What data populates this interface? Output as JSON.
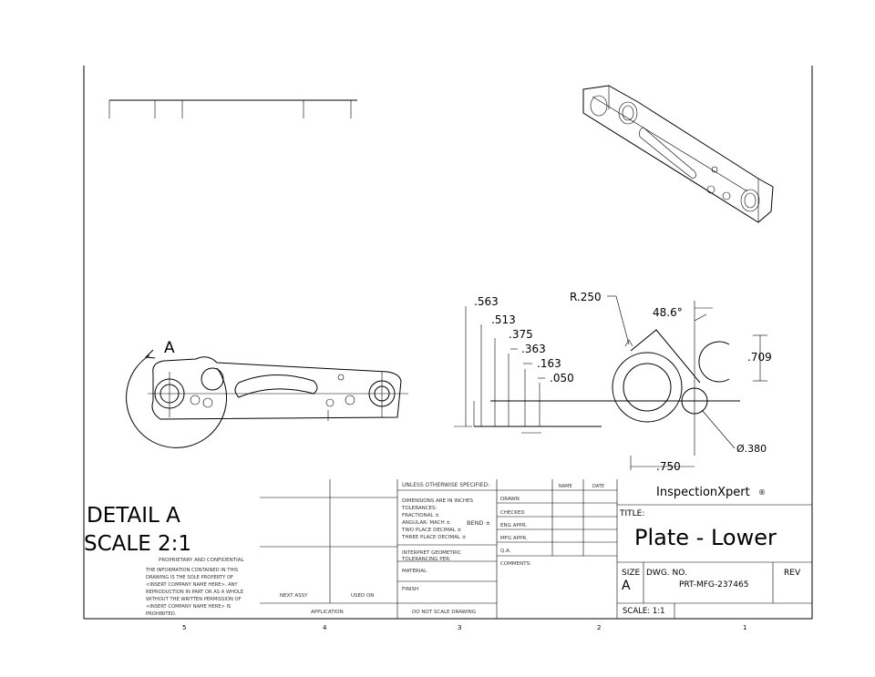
{
  "dimensions": {
    "d563": ".563",
    "d513": ".513",
    "d375": ".375",
    "d363": ".363",
    "d163": ".163",
    "d050": ".050",
    "radius": "R.250",
    "angle": "48.6°",
    "d709": ".709",
    "dia380": "Ø.380",
    "d750": ".750"
  },
  "detail": {
    "label": "A",
    "title": "DETAIL A",
    "scale": "SCALE 2:1"
  },
  "company": {
    "logo_text": "InspectionXpert",
    "logo_mark": "®"
  },
  "title_block": {
    "unless": "UNLESS OTHERWISE SPECIFIED:",
    "name_header": "NAME",
    "date_header": "DATE",
    "dims_in_inches": "DIMENSIONS ARE IN INCHES",
    "tolerances": "TOLERANCES:",
    "fractional": "FRACTIONAL ±",
    "angular": "ANGULAR: MACH ±",
    "bend": "BEND ±",
    "two_place": "TWO PLACE DECIMAL ±",
    "three_place": "THREE PLACE DECIMAL ±",
    "interpret": "INTERPRET GEOMETRIC",
    "tolerancing": "TOLERANCING PER:",
    "material": "MATERIAL",
    "finish": "FINISH",
    "do_not_scale": "DO NOT SCALE DRAWING",
    "drawn": "DRAWN",
    "checked": "CHECKED",
    "eng_appr": "ENG APPR.",
    "mfg_appr": "MFG APPR.",
    "qa": "Q.A.",
    "comments": "COMMENTS:",
    "next_assy": "NEXT ASSY",
    "used_on": "USED ON",
    "application": "APPLICATION",
    "title_label": "TITLE:",
    "title": "Plate - Lower",
    "size_label": "SIZE",
    "size": "A",
    "dwg_no_label": "DWG. NO.",
    "dwg_no": "PRT-MFG-237465",
    "rev_label": "REV",
    "scale": "SCALE: 1:1"
  },
  "proprietary": {
    "heading": "PROPRIETARY AND CONFIDENTIAL",
    "line1": "THE INFORMATION CONTAINED IN THIS",
    "line2": "DRAWING IS THE SOLE PROPERTY OF",
    "line3": "<INSERT COMPANY NAME HERE>. ANY",
    "line4": "REPRODUCTION IN PART OR AS A WHOLE",
    "line5": "WITHOUT THE WRITTEN PERMISSION OF",
    "line6": "<INSERT COMPANY NAME HERE> IS",
    "line7": "PROHIBITED."
  },
  "zones": [
    "5",
    "4",
    "3",
    "2",
    "1"
  ]
}
